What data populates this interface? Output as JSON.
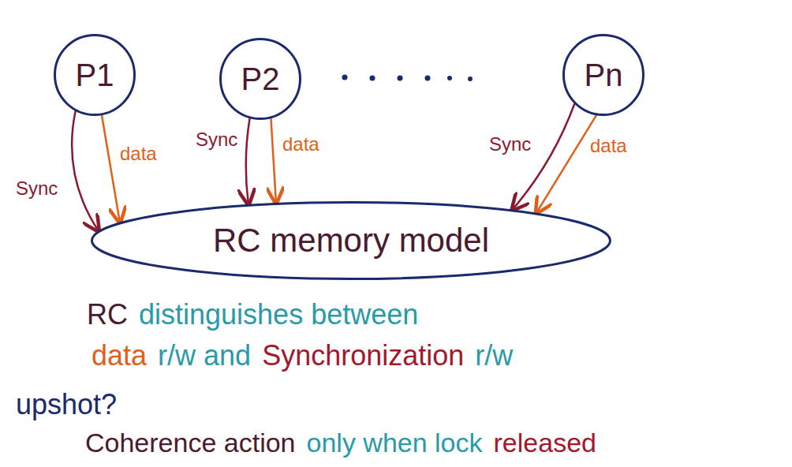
{
  "diagram": {
    "nodes": [
      {
        "text": [
          "P1"
        ]
      },
      {
        "text": [
          "P2"
        ]
      },
      {
        "text": [
          "Pn"
        ]
      },
      {
        "text": [
          "RC memory model"
        ]
      }
    ],
    "edges": [
      {
        "from": 0,
        "to": 3,
        "arrow": "to",
        "label": "Sync"
      },
      {
        "from": 0,
        "to": 3,
        "arrow": "to",
        "label": "data"
      },
      {
        "from": 1,
        "to": 3,
        "arrow": "to",
        "label": "Sync"
      },
      {
        "from": 1,
        "to": 3,
        "arrow": "to",
        "label": "data"
      },
      {
        "from": 2,
        "to": 3,
        "arrow": "to",
        "label": "Sync"
      },
      {
        "from": 2,
        "to": 3,
        "arrow": "to",
        "label": "data"
      }
    ],
    "labels": [
      "RC",
      "distinguishes between",
      "data",
      "r/w and",
      "Synchronization",
      "r/w",
      "upshot?",
      "Coherence action",
      "only when lock",
      "released"
    ]
  }
}
